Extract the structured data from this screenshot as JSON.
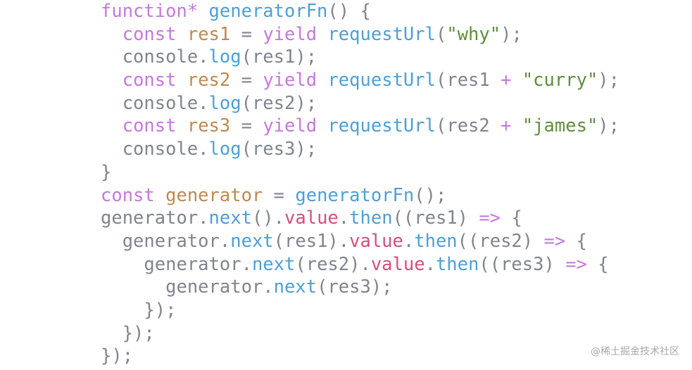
{
  "colors": {
    "keyword": "#c678dd",
    "variable": "#c0894e",
    "function": "#4d9fd6",
    "string": "#5f8d3a",
    "property": "#d34f7a",
    "plain": "#7f848e",
    "background": "#ffffff"
  },
  "code_lines": [
    [
      {
        "t": "function*",
        "c": "k"
      },
      {
        "t": " ",
        "c": "pl"
      },
      {
        "t": "generatorFn",
        "c": "f"
      },
      {
        "t": "() {",
        "c": "pl"
      }
    ],
    [
      {
        "t": "  ",
        "c": "pl"
      },
      {
        "t": "const",
        "c": "k"
      },
      {
        "t": " ",
        "c": "pl"
      },
      {
        "t": "res1",
        "c": "v"
      },
      {
        "t": " = ",
        "c": "pl"
      },
      {
        "t": "yield",
        "c": "k"
      },
      {
        "t": " ",
        "c": "pl"
      },
      {
        "t": "requestUrl",
        "c": "f"
      },
      {
        "t": "(",
        "c": "pl"
      },
      {
        "t": "\"why\"",
        "c": "s"
      },
      {
        "t": ");",
        "c": "pl"
      }
    ],
    [
      {
        "t": "  console.",
        "c": "pl"
      },
      {
        "t": "log",
        "c": "f"
      },
      {
        "t": "(res1);",
        "c": "pl"
      }
    ],
    [
      {
        "t": "  ",
        "c": "pl"
      },
      {
        "t": "const",
        "c": "k"
      },
      {
        "t": " ",
        "c": "pl"
      },
      {
        "t": "res2",
        "c": "v"
      },
      {
        "t": " = ",
        "c": "pl"
      },
      {
        "t": "yield",
        "c": "k"
      },
      {
        "t": " ",
        "c": "pl"
      },
      {
        "t": "requestUrl",
        "c": "f"
      },
      {
        "t": "(res1 ",
        "c": "pl"
      },
      {
        "t": "+",
        "c": "k"
      },
      {
        "t": " ",
        "c": "pl"
      },
      {
        "t": "\"curry\"",
        "c": "s"
      },
      {
        "t": ");",
        "c": "pl"
      }
    ],
    [
      {
        "t": "  console.",
        "c": "pl"
      },
      {
        "t": "log",
        "c": "f"
      },
      {
        "t": "(res2);",
        "c": "pl"
      }
    ],
    [
      {
        "t": "  ",
        "c": "pl"
      },
      {
        "t": "const",
        "c": "k"
      },
      {
        "t": " ",
        "c": "pl"
      },
      {
        "t": "res3",
        "c": "v"
      },
      {
        "t": " = ",
        "c": "pl"
      },
      {
        "t": "yield",
        "c": "k"
      },
      {
        "t": " ",
        "c": "pl"
      },
      {
        "t": "requestUrl",
        "c": "f"
      },
      {
        "t": "(res2 ",
        "c": "pl"
      },
      {
        "t": "+",
        "c": "k"
      },
      {
        "t": " ",
        "c": "pl"
      },
      {
        "t": "\"james\"",
        "c": "s"
      },
      {
        "t": ");",
        "c": "pl"
      }
    ],
    [
      {
        "t": "  console.",
        "c": "pl"
      },
      {
        "t": "log",
        "c": "f"
      },
      {
        "t": "(res3);",
        "c": "pl"
      }
    ],
    [
      {
        "t": "}",
        "c": "pl"
      }
    ],
    [
      {
        "t": "const",
        "c": "k"
      },
      {
        "t": " ",
        "c": "pl"
      },
      {
        "t": "generator",
        "c": "v"
      },
      {
        "t": " = ",
        "c": "pl"
      },
      {
        "t": "generatorFn",
        "c": "f"
      },
      {
        "t": "();",
        "c": "pl"
      }
    ],
    [
      {
        "t": "generator.",
        "c": "pl"
      },
      {
        "t": "next",
        "c": "f"
      },
      {
        "t": "().",
        "c": "pl"
      },
      {
        "t": "value",
        "c": "p"
      },
      {
        "t": ".",
        "c": "pl"
      },
      {
        "t": "then",
        "c": "f"
      },
      {
        "t": "((res1) ",
        "c": "pl"
      },
      {
        "t": "=>",
        "c": "k"
      },
      {
        "t": " {",
        "c": "pl"
      }
    ],
    [
      {
        "t": "  generator.",
        "c": "pl"
      },
      {
        "t": "next",
        "c": "f"
      },
      {
        "t": "(res1).",
        "c": "pl"
      },
      {
        "t": "value",
        "c": "p"
      },
      {
        "t": ".",
        "c": "pl"
      },
      {
        "t": "then",
        "c": "f"
      },
      {
        "t": "((res2) ",
        "c": "pl"
      },
      {
        "t": "=>",
        "c": "k"
      },
      {
        "t": " {",
        "c": "pl"
      }
    ],
    [
      {
        "t": "    generator.",
        "c": "pl"
      },
      {
        "t": "next",
        "c": "f"
      },
      {
        "t": "(res2).",
        "c": "pl"
      },
      {
        "t": "value",
        "c": "p"
      },
      {
        "t": ".",
        "c": "pl"
      },
      {
        "t": "then",
        "c": "f"
      },
      {
        "t": "((res3) ",
        "c": "pl"
      },
      {
        "t": "=>",
        "c": "k"
      },
      {
        "t": " {",
        "c": "pl"
      }
    ],
    [
      {
        "t": "      generator.",
        "c": "pl"
      },
      {
        "t": "next",
        "c": "f"
      },
      {
        "t": "(res3);",
        "c": "pl"
      }
    ],
    [
      {
        "t": "    });",
        "c": "pl"
      }
    ],
    [
      {
        "t": "  });",
        "c": "pl"
      }
    ],
    [
      {
        "t": "});",
        "c": "pl"
      }
    ]
  ],
  "watermark": "@稀土掘金技术社区"
}
